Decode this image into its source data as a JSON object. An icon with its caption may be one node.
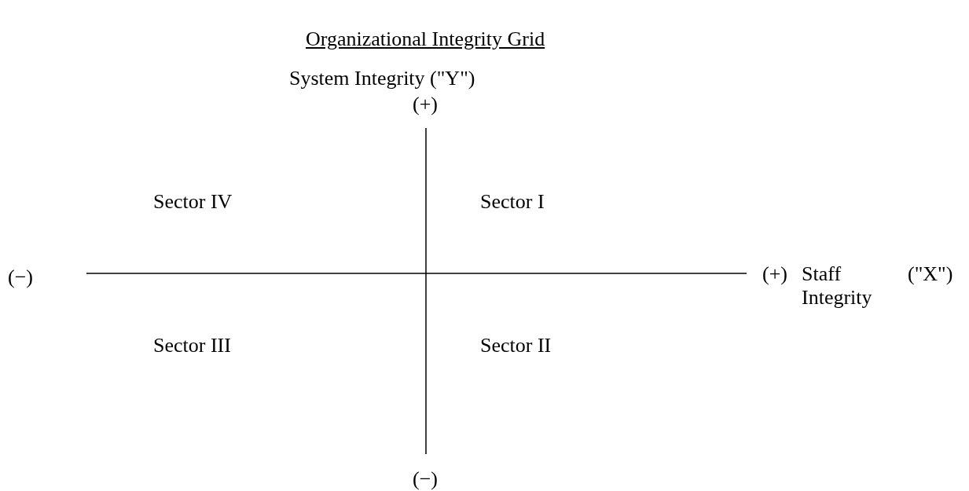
{
  "diagram": {
    "title": "Organizational Integrity Grid",
    "labels": [
      "System Integrity (\"Y\")",
      "(+)",
      "Sector IV",
      "Sector I",
      "(−)",
      "(+)",
      "Staff Integrity",
      "(\"X\")",
      "Sector III",
      "Sector II",
      "(−)"
    ]
  }
}
